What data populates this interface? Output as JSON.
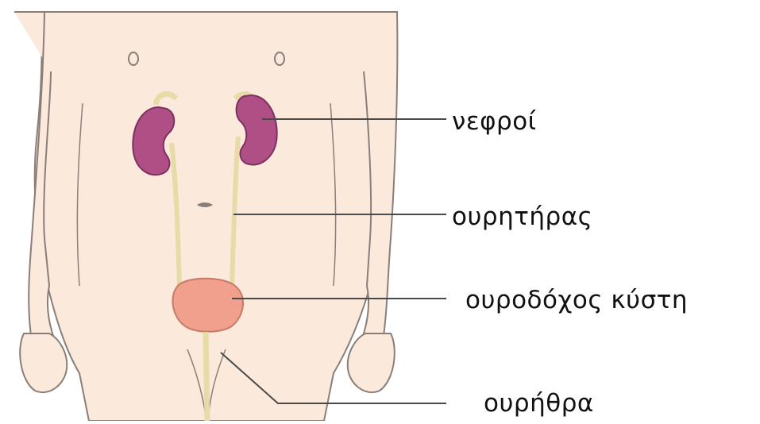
{
  "labels": {
    "kidneys": "νεφροί",
    "ureter": "ουρητήρας",
    "bladder": "ουροδόχος κύστη",
    "urethra": "ουρήθρα"
  },
  "colors": {
    "skin": "#fbe9dc",
    "body_outline": "#8a7f78",
    "kidney": "#b04f86",
    "ureter": "#e7dba8",
    "bladder": "#f0a08d",
    "leader_line": "#4a4a4a"
  }
}
